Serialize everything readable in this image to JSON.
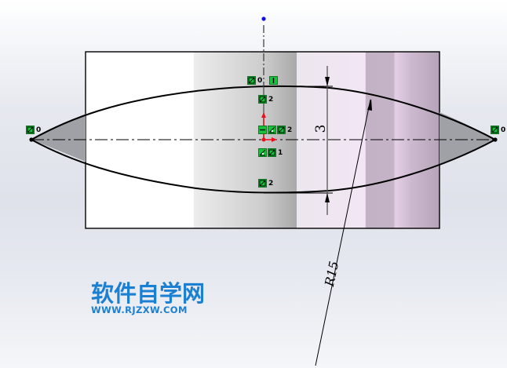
{
  "sketch": {
    "dimension_height": "3",
    "dimension_radius": "R15",
    "colors": {
      "relation_fill": "#19c23a",
      "origin_arrow": "#e8101a",
      "point_blue": "#1010e0",
      "line": "#000000"
    }
  },
  "relations": [
    {
      "id": "rel-left-endpoint",
      "sub": "0"
    },
    {
      "id": "rel-right-endpoint",
      "sub": "0"
    },
    {
      "id": "rel-top-coincident",
      "sub": "0"
    },
    {
      "id": "rel-top-arc",
      "sub": "2"
    },
    {
      "id": "rel-origin-upper",
      "sub": "2"
    },
    {
      "id": "rel-origin-lower",
      "sub": "1"
    },
    {
      "id": "rel-bottom-arc",
      "sub": "2"
    }
  ],
  "watermark": {
    "title": "软件自学网",
    "url": "WWW.RJZXW.COM"
  }
}
